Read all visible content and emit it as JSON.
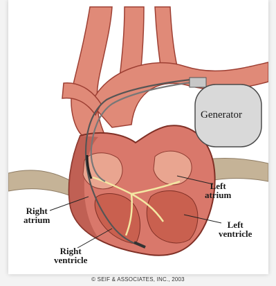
{
  "labels": {
    "generator": "Generator",
    "left_atrium": [
      "Left",
      "atrium"
    ],
    "left_ventricle": [
      "Left",
      "ventricle"
    ],
    "right_atrium": [
      "Right",
      "atrium"
    ],
    "right_ventricle": [
      "Right",
      "ventricle"
    ]
  },
  "copyright": "© SEIF & ASSOCIATES, INC., 2003",
  "colors": {
    "heart_fill": "#d9786b",
    "heart_dark": "#b24c3f",
    "vessel_fill": "#e08a78",
    "generator_fill": "#d9d9d9",
    "lead_wire": "#7a7a7a",
    "tissue": "#b7a58a",
    "nerve": "#f1e6a0"
  }
}
